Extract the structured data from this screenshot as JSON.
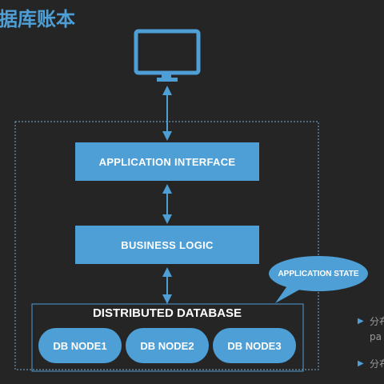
{
  "slide": {
    "title": "据库账本"
  },
  "diagram": {
    "application_interface": "APPLICATION INTERFACE",
    "business_logic": "BUSINESS LOGIC",
    "application_state": "APPLICATION STATE",
    "distributed_database": "DISTRIBUTED DATABASE",
    "nodes": [
      "DB NODE1",
      "DB NODE2",
      "DB NODE3"
    ]
  },
  "side_notes": {
    "line1": "分布",
    "line2": "pa",
    "line3": "分布"
  },
  "colors": {
    "background": "#252525",
    "accent": "#4e9fd6",
    "dashed_border": "#7aa9c9"
  }
}
